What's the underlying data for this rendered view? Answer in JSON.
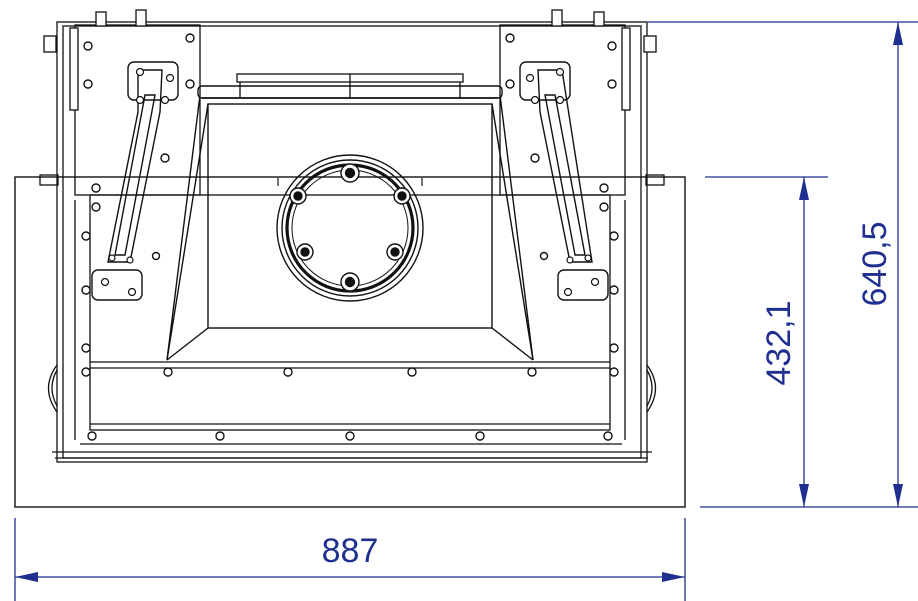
{
  "colors": {
    "line": "#111111",
    "dimension": "#1f2f8f",
    "paper": "#ffffff"
  },
  "dimensions": {
    "width": "887",
    "inner_height": "432,1",
    "total_height": "640,5"
  }
}
